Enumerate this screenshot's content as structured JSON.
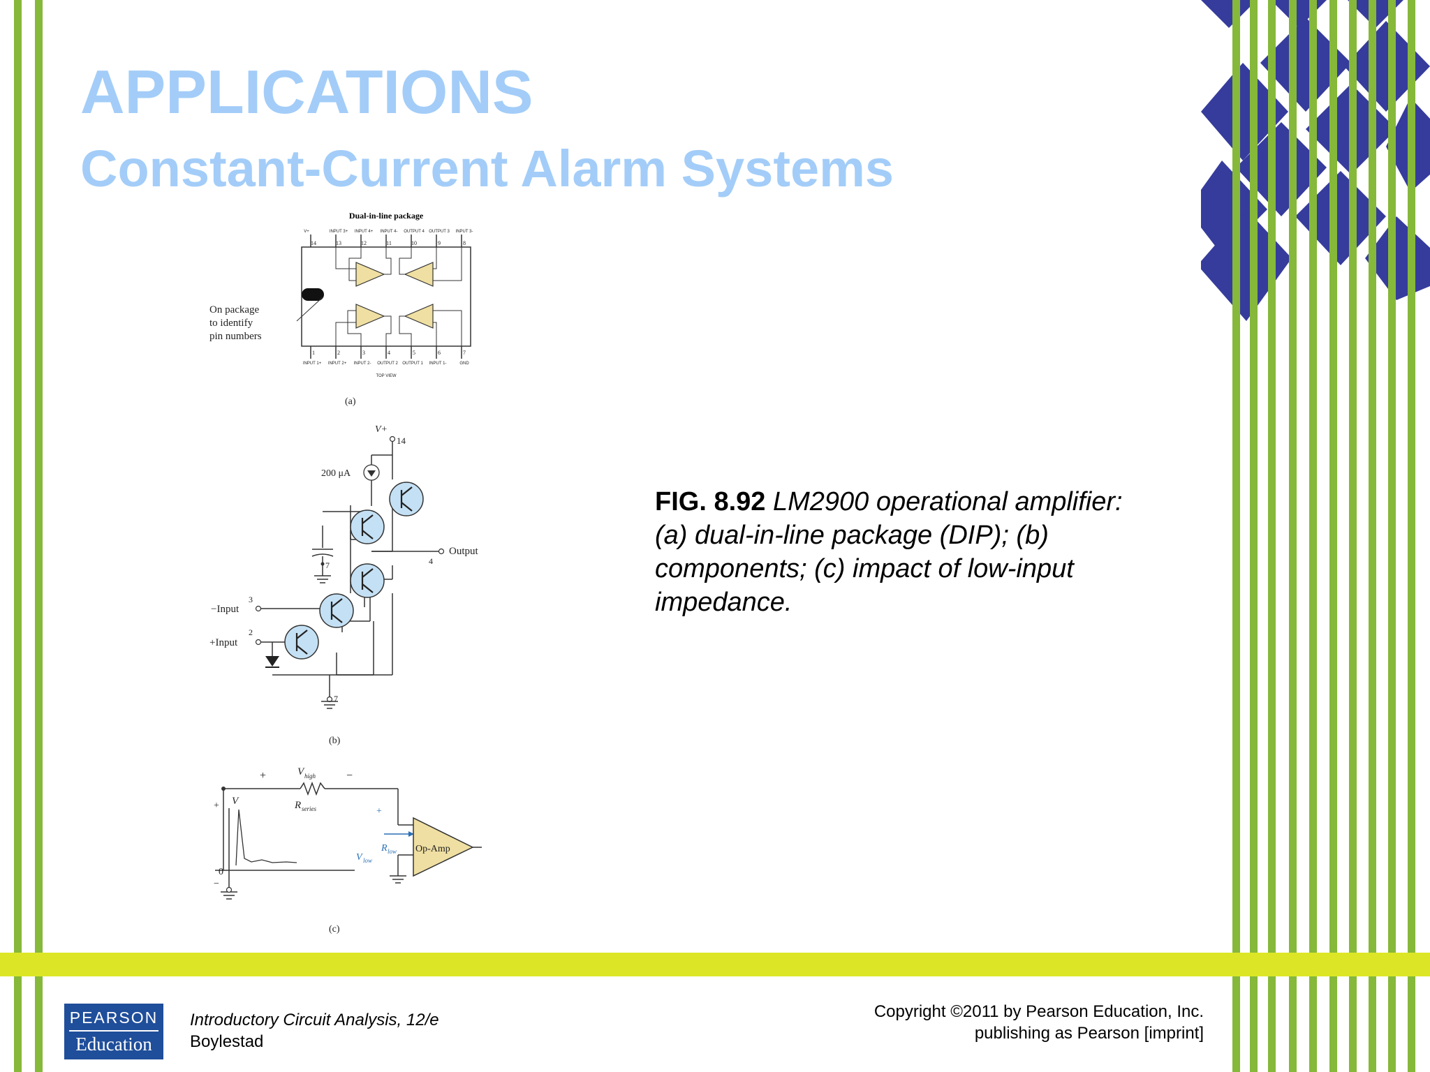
{
  "slide": {
    "title": "APPLICATIONS",
    "subtitle": "Constant-Current Alarm Systems"
  },
  "figure": {
    "caption_number": "FIG. 8.92",
    "caption_text": "LM2900 operational amplifier: (a) dual-in-line package (DIP); (b) components; (c) impact of low-input impedance.",
    "panel_a": {
      "heading": "Dual-in-line package",
      "note_line1": "On package",
      "note_line2": "to identify",
      "note_line3": "pin numbers",
      "top_view": "TOP VIEW",
      "label": "(a)",
      "top_pin_numbers": [
        "14",
        "13",
        "12",
        "11",
        "10",
        "9",
        "8"
      ],
      "bottom_pin_numbers": [
        "1",
        "2",
        "3",
        "4",
        "5",
        "6",
        "7"
      ],
      "top_pin_names": [
        "V+",
        "INPUT 3+",
        "INPUT 4+",
        "INPUT 4-",
        "OUTPUT 4",
        "OUTPUT 3",
        "INPUT 3-"
      ],
      "bottom_pin_names": [
        "INPUT 1+",
        "INPUT 2+",
        "INPUT 2-",
        "OUTPUT 2",
        "OUTPUT 1",
        "INPUT 1-",
        "GND"
      ]
    },
    "panel_b": {
      "supply": "V+",
      "supply_pin": "14",
      "current_source": "200 μA",
      "cap_pin": "7",
      "output": "Output",
      "output_pin": "4",
      "inverting_input": "−Input",
      "inverting_pin": "3",
      "noninverting_input": "+Input",
      "noninverting_pin": "2",
      "ground_pin": "7",
      "label": "(b)"
    },
    "panel_c": {
      "plus": "+",
      "minus": "−",
      "v_high": "V",
      "v_high_sub": "high",
      "r_series": "R",
      "r_series_sub": "series",
      "v_label": "V",
      "zero": "0",
      "r_low": "R",
      "r_low_sub": "low",
      "v_low": "V",
      "v_low_sub": "low",
      "opamp": "Op-Amp",
      "label": "(c)"
    }
  },
  "footer": {
    "logo_top": "PEARSON",
    "logo_bottom": "Education",
    "book_title": "Introductory Circuit Analysis, 12/e",
    "author": "Boylestad",
    "copyright_line1": "Copyright ©2011 by Pearson Education, Inc.",
    "copyright_line2": "publishing as Pearson [imprint]"
  },
  "colors": {
    "title": "#a3cdf8",
    "stripe_green": "#86b83a",
    "band_yellow": "#dde626",
    "diamond_navy": "#363c9c",
    "opamp_fill": "#efdfa2",
    "transistor_fill": "#c4e0f4",
    "logo_blue": "#1f4e9a"
  }
}
